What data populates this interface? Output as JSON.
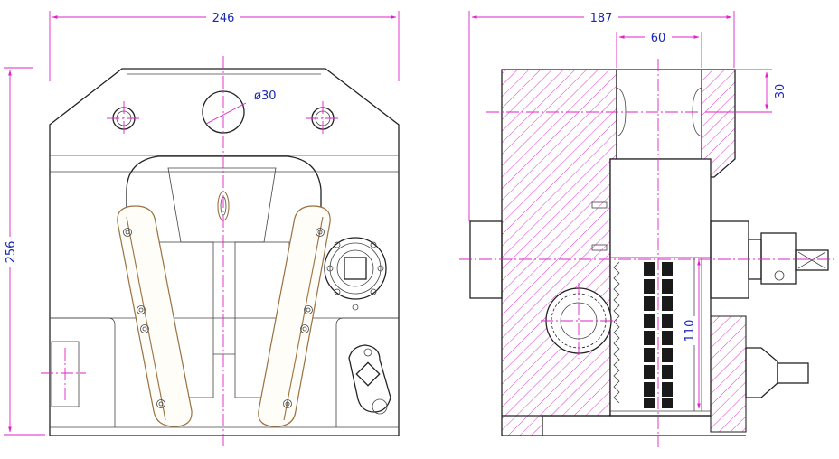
{
  "colors": {
    "outline": "#222222",
    "dimension_line": "#e022c8",
    "dimension_text": "#1a28b8",
    "hatch": "#e022c8",
    "arm_outline": "#9a7040"
  },
  "front_view": {
    "dim_width": "246",
    "dim_height": "256",
    "dim_hole": "ø30"
  },
  "side_view": {
    "dim_width": "187",
    "dim_bore_width": "60",
    "dim_bore_depth": "30",
    "dim_rack_height": "110"
  }
}
